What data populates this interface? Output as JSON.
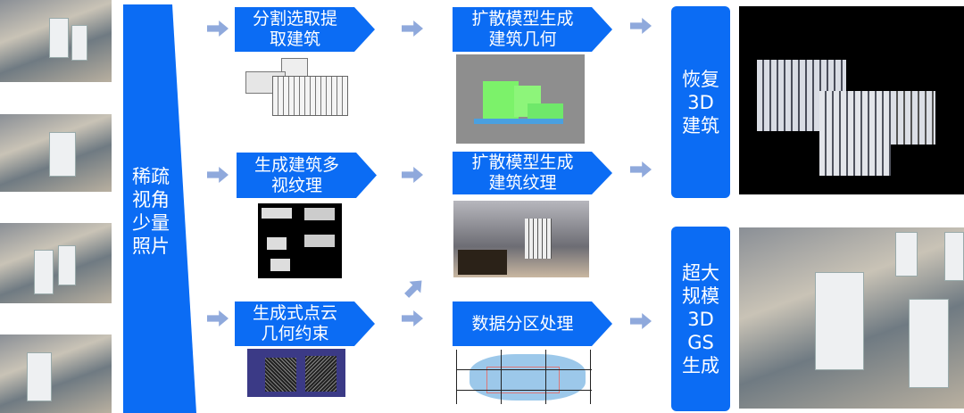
{
  "input": {
    "label": "稀疏视角少量照片",
    "lines": [
      "稀疏",
      "视角",
      "少量",
      "照片"
    ]
  },
  "column2": [
    {
      "label": "分割选取提取建筑",
      "lines": [
        "分割选取提",
        "取建筑"
      ]
    },
    {
      "label": "生成建筑多视纹理",
      "lines": [
        "生成建筑多",
        "视纹理"
      ]
    },
    {
      "label": "生成式点云几何约束",
      "lines": [
        "生成式点云",
        "几何约束"
      ]
    }
  ],
  "column3": [
    {
      "label": "扩散模型生成建筑几何",
      "lines": [
        "扩散模型生成",
        "建筑几何"
      ]
    },
    {
      "label": "扩散模型生成建筑纹理",
      "lines": [
        "扩散模型生成",
        "建筑纹理"
      ]
    },
    {
      "label": "数据分区处理",
      "lines": [
        "数据分区处理"
      ]
    }
  ],
  "outputs": [
    {
      "label": "恢复3D建筑",
      "lines": [
        "恢复",
        "3D",
        "建筑"
      ]
    },
    {
      "label": "超大规模3D GS生成",
      "lines": [
        "超大",
        "规模",
        "3D",
        "GS",
        "生成"
      ]
    }
  ],
  "colors": {
    "box": "#0b6cf4",
    "arrow": "#8fa9dc"
  }
}
